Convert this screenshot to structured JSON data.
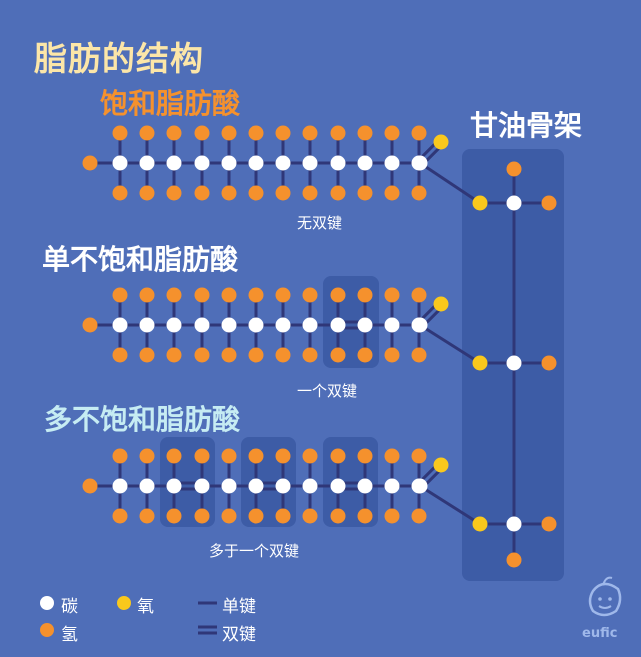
{
  "title": "脂肪的结构",
  "sections": {
    "saturated": {
      "label": "饱和脂肪酸",
      "note": "无双键"
    },
    "monounsaturated": {
      "label": "单不饱和脂肪酸",
      "note": "一个双键"
    },
    "polyunsaturated": {
      "label": "多不饱和脂肪酸",
      "note": "多于一个双键"
    }
  },
  "glycerol_label": "甘油骨架",
  "legend": {
    "carbon": "碳",
    "oxygen": "氧",
    "hydrogen": "氢",
    "single_bond": "单键",
    "double_bond": "双键"
  },
  "brand": "eufic",
  "colors": {
    "background": "#4f6eb8",
    "panel": "#3d5ca6",
    "bond": "#2f3778",
    "carbon": "#ffffff",
    "hydrogen": "#f5912d",
    "oxygen": "#f9c81c",
    "title_main": "#fce6a8",
    "title_saturated": "#f5912d",
    "title_polyunsaturated": "#c6ecf3"
  }
}
